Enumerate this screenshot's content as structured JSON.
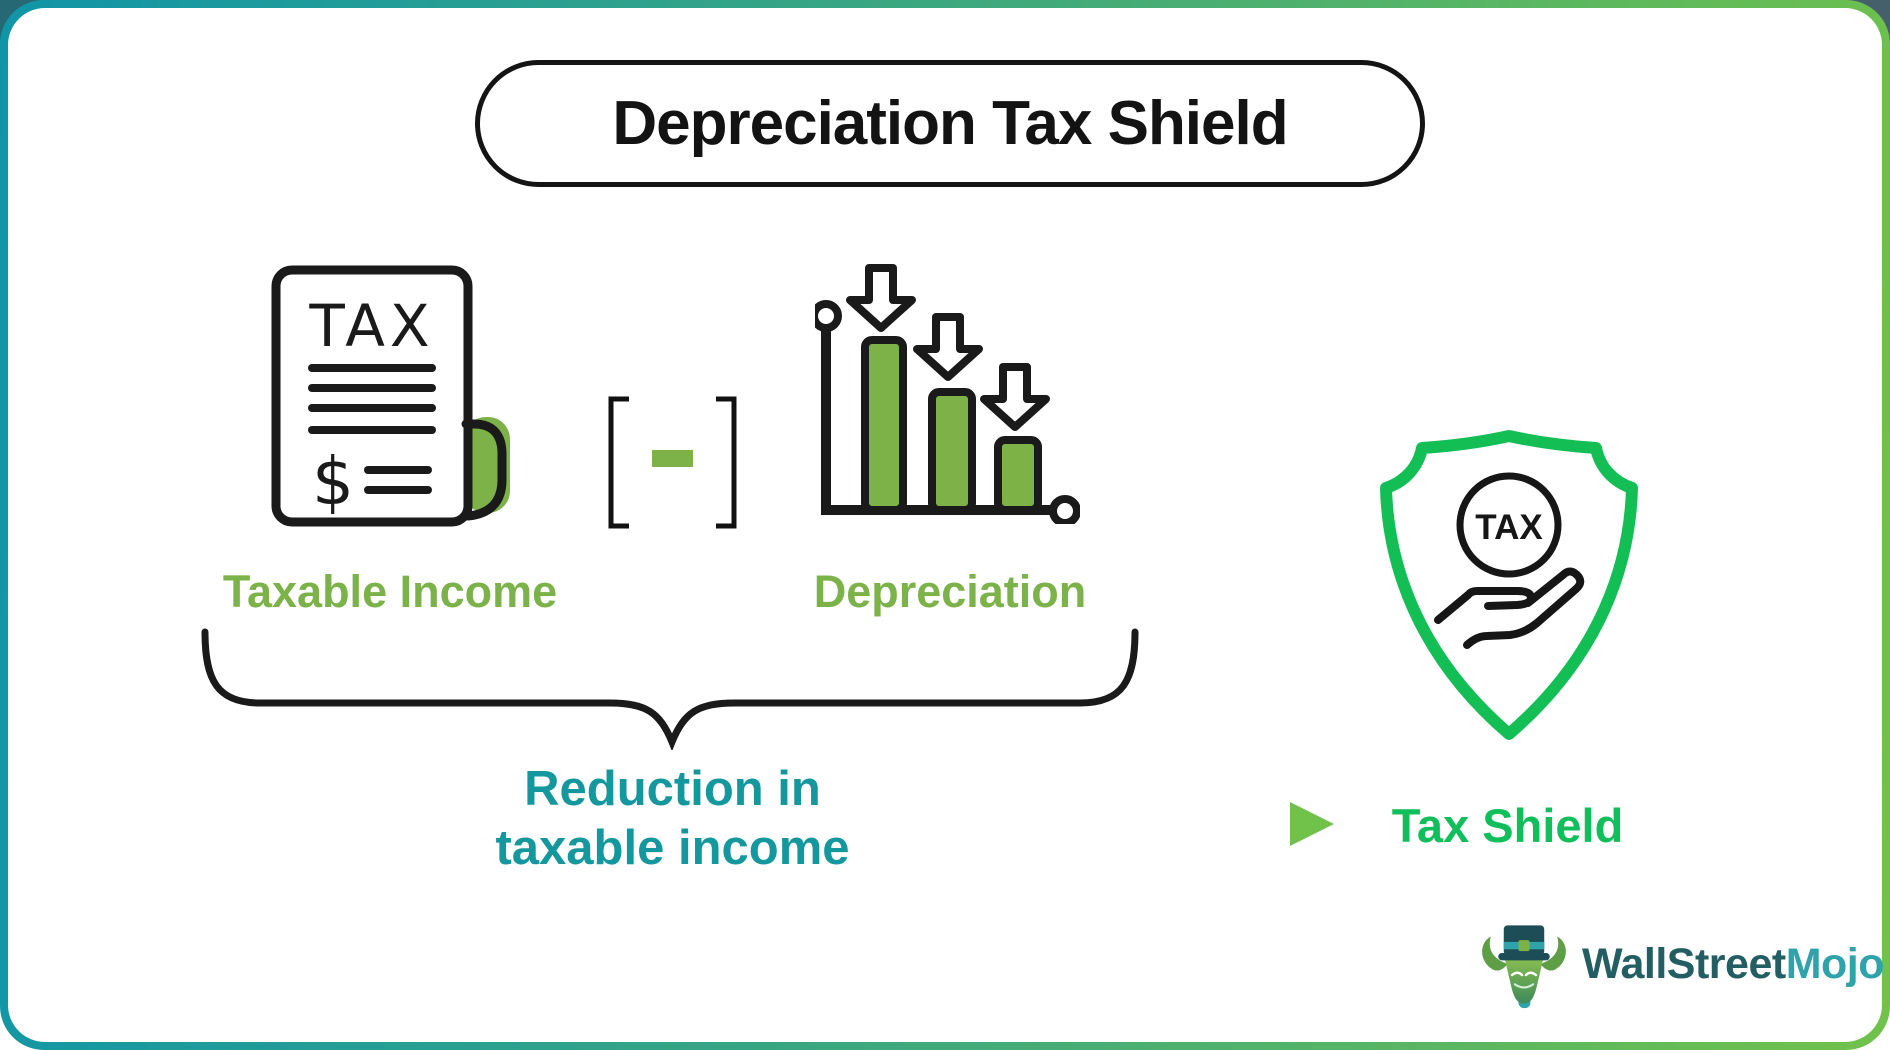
{
  "title": "Depreciation Tax Shield",
  "equation": {
    "left_term": {
      "label": "Taxable Income",
      "icon": "tax-document-icon",
      "icon_text": "TAX",
      "currency_symbol": "$"
    },
    "operator": "-",
    "right_term": {
      "label": "Depreciation",
      "icon": "declining-bars-down-arrows-icon"
    },
    "result": {
      "line1": "Reduction in",
      "line2": "taxable income"
    }
  },
  "outcome": {
    "label": "Tax Shield",
    "icon": "shield-with-tax-in-hand-icon",
    "icon_text": "TAX"
  },
  "logo": {
    "brand_part1": "WallStreet",
    "brand_part2": "Mojo",
    "mascot": "bull-with-top-hat"
  },
  "colors": {
    "olive_green": "#7DB249",
    "bright_green": "#10BF5B",
    "shield_green": "#13BE55",
    "teal_text": "#15979E",
    "border_gradient_start": "#1095A8",
    "border_gradient_end": "#70C24B",
    "ink": "#1A1A1A",
    "logo_dark_teal": "#235E63",
    "logo_light_teal": "#2EA4AA"
  }
}
